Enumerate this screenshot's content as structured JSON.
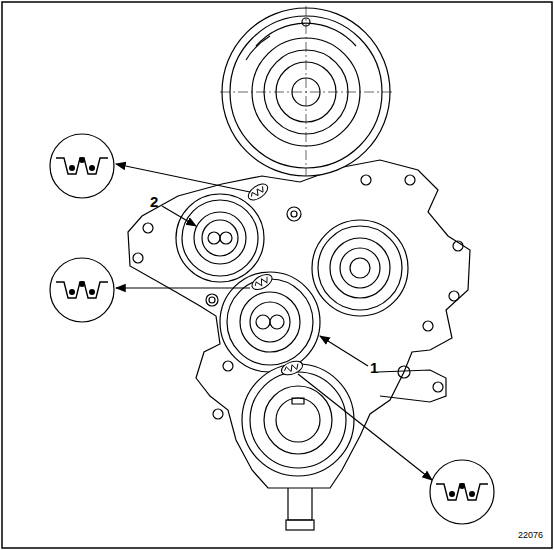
{
  "diagram": {
    "labels": [
      "2",
      "1",
      "22076"
    ]
  }
}
